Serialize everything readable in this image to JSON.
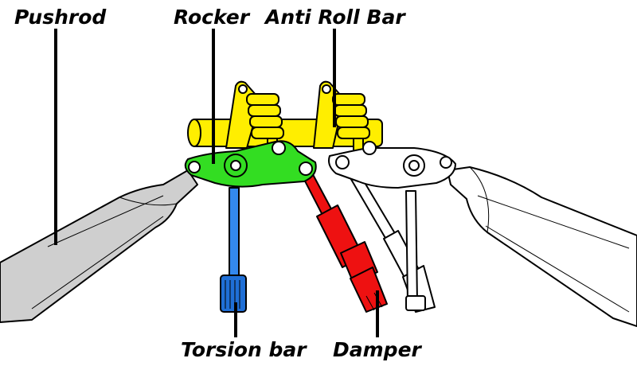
{
  "labels": {
    "pushrod": "Pushrod",
    "rocker": "Rocker",
    "anti_roll_bar": "Anti Roll Bar",
    "torsion_bar": "Torsion bar",
    "damper": "Damper"
  },
  "colors": {
    "rocker": "#33dd22",
    "anti_roll_bar": "#ffee00",
    "torsion_bar": "#3388ee",
    "damper": "#ee1111",
    "pushrod": "#cfcfcf",
    "outline": "#000000",
    "background": "#ffffff"
  }
}
